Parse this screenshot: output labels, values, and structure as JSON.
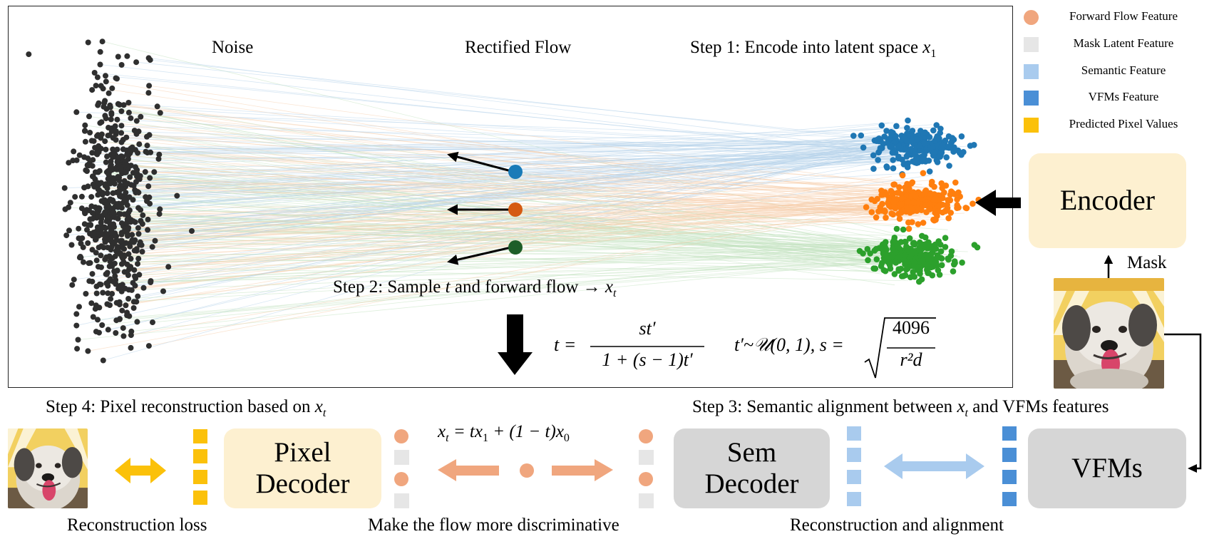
{
  "labels": {
    "noise": "Noise",
    "rectified_flow": "Rectified Flow",
    "step1_text": "Step 1: Encode into latent space ",
    "step1_var": "x",
    "step1_sub": "1",
    "step2_text": "Step 2: Sample ",
    "step2_t": "t",
    "step2_rest": " and forward flow → ",
    "step2_var": "x",
    "step2_sub": "t",
    "step3_text": "Step 3: Semantic alignment between ",
    "step3_var": "x",
    "step3_sub": "t",
    "step3_rest": " and VFMs features",
    "step4_text": "Step 4: Pixel reconstruction based on ",
    "step4_var": "x",
    "step4_sub": "t",
    "mask": "Mask",
    "reconstruction_loss": "Reconstruction loss",
    "make_flow": "Make the flow more discriminative",
    "reconstruction_alignment": "Reconstruction and alignment"
  },
  "equations": {
    "t_lhs": "t =",
    "t_num": "st′",
    "t_den": "1 + (s − 1)t′",
    "tprime": "t′~𝒰(0, 1), s =",
    "sqrt_num": "4096",
    "sqrt_den": "r²d",
    "xt_eq": "x",
    "xt_sub": "t",
    "xt_rhs_a": " = tx",
    "xt_rhs_sub1": "1",
    "xt_rhs_b": " + (1 − t)x",
    "xt_rhs_sub0": "0"
  },
  "legend": [
    {
      "label": "Forward Flow Feature",
      "color": "#f0a67e",
      "shape": "circle"
    },
    {
      "label": "Mask Latent Feature",
      "color": "#e6e6e6",
      "shape": "square"
    },
    {
      "label": "Semantic Feature",
      "color": "#a9cbee",
      "shape": "square"
    },
    {
      "label": "VFMs Feature",
      "color": "#4a8fd6",
      "shape": "square"
    },
    {
      "label": "Predicted Pixel Values",
      "color": "#fbc10a",
      "shape": "square"
    }
  ],
  "modules": {
    "encoder": "Encoder",
    "pixel_decoder_line1": "Pixel",
    "pixel_decoder_line2": "Decoder",
    "sem_decoder_line1": "Sem",
    "sem_decoder_line2": "Decoder",
    "vfms": "VFMs"
  },
  "colors": {
    "noise_points": "#2f2f2f",
    "cluster_blue": "#1f77b4",
    "cluster_orange": "#ff7f0e",
    "cluster_green": "#2ca02c",
    "dot_blue": "#1a7bb8",
    "dot_orange": "#d55a12",
    "dot_green": "#1d5e28",
    "flow_arrow": "#f0a67e",
    "pixel_arrow": "#fbc10a",
    "semantic_arrow": "#a9cbee"
  }
}
